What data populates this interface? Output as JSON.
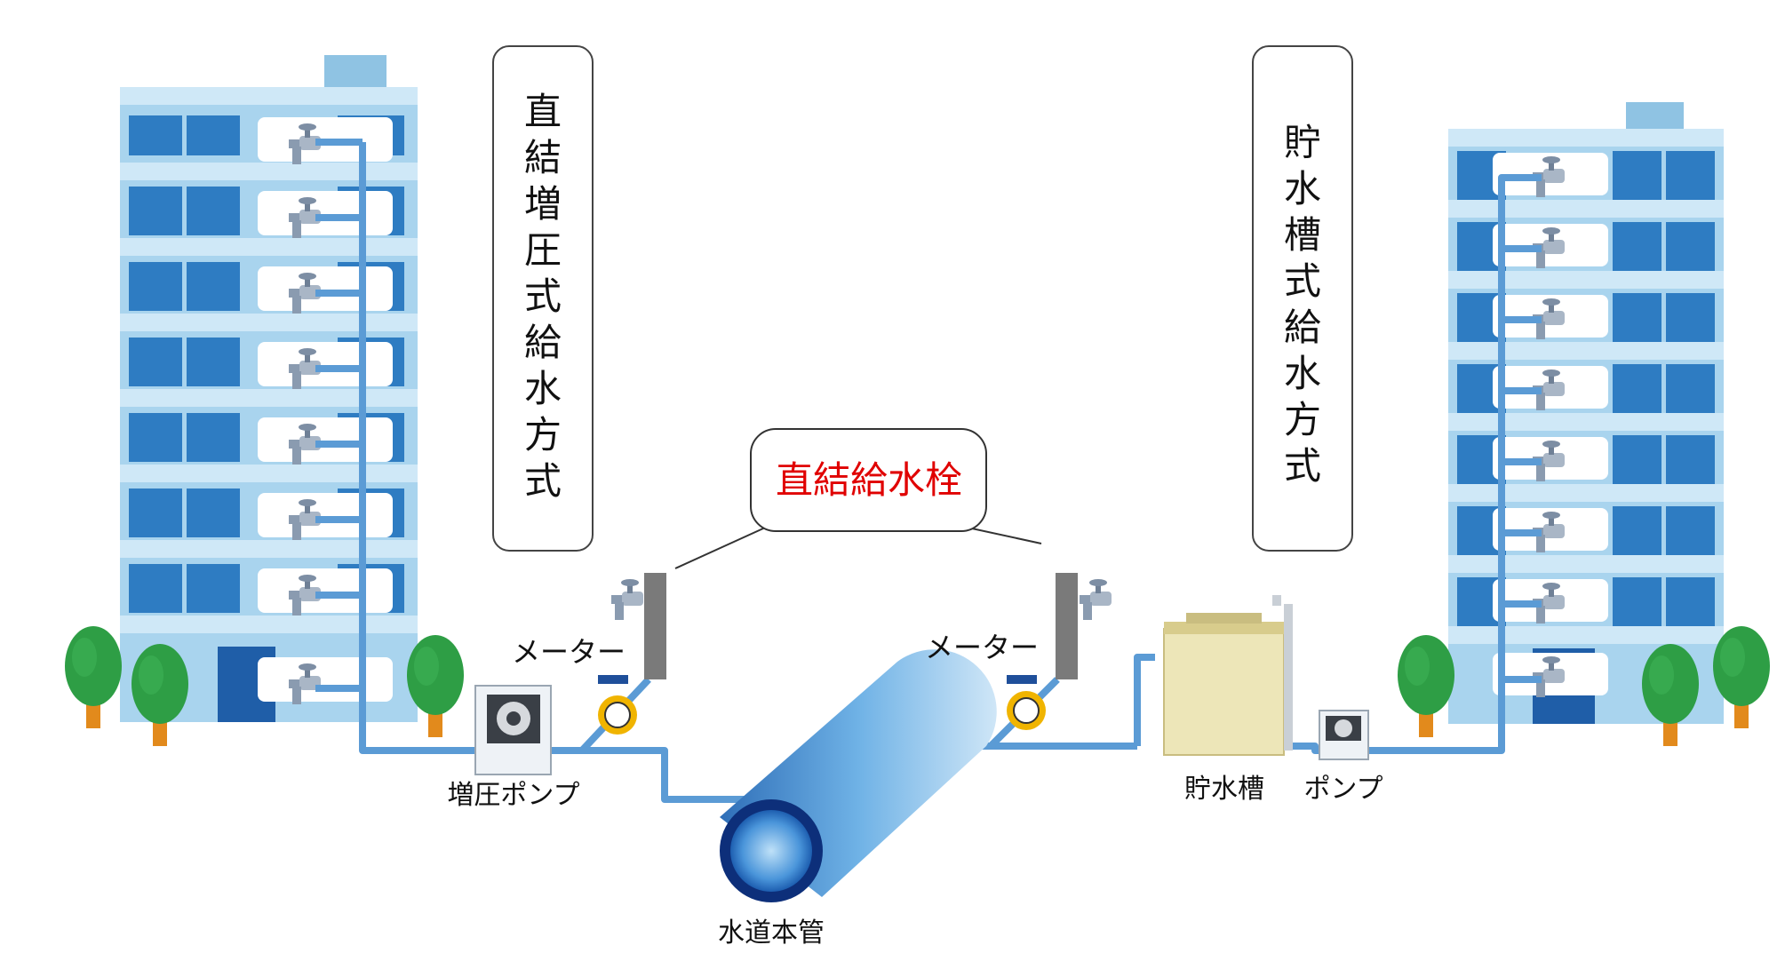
{
  "labels": {
    "direct_boost_title": "直結増圧式給水方式",
    "tank_title": "貯水槽式給水方式",
    "callout": "直結給水栓",
    "meter_left": "メーター",
    "meter_right": "メーター",
    "boost_pump": "増圧ポンプ",
    "main_pipe": "水道本管",
    "storage_tank": "貯水槽",
    "pump": "ポンプ"
  },
  "colors": {
    "pipe": "#5b9bd5",
    "callout_text": "#e00000",
    "building_light": "#a9d4ee",
    "building_dark": "#1f6fb5",
    "tree": "#2e9e45"
  },
  "icons": {
    "faucet": "faucet-icon",
    "water_meter": "water-meter-icon",
    "tree": "tree-icon",
    "pump": "pump-icon",
    "tank": "water-tank-icon"
  }
}
